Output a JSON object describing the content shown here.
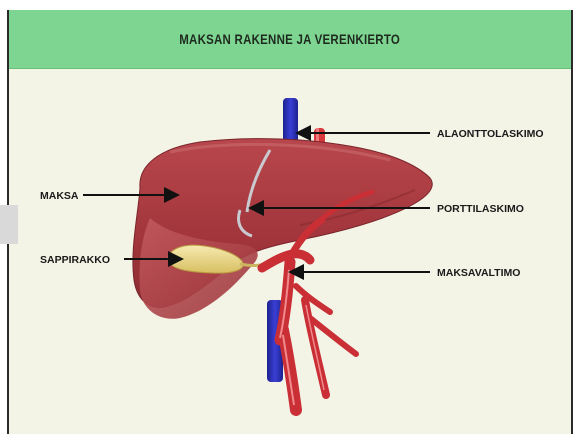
{
  "title": "MAKSAN RAKENNE JA VERENKIERTO",
  "labels": {
    "inferior_vena_cava": "ALAONTTOLASKIMO",
    "liver": "MAKSA",
    "portal_vein": "PORTTILASKIMO",
    "gallbladder": "SAPPIRAKKO",
    "hepatic_artery": "MAKSAVALTIMO"
  },
  "colors": {
    "header": "#7dd591",
    "background": "#f3f3e6",
    "liver": "#a8383f",
    "vein": "#2b2fb8",
    "artery": "#d8373b",
    "gallbladder": "#ecd98a"
  }
}
